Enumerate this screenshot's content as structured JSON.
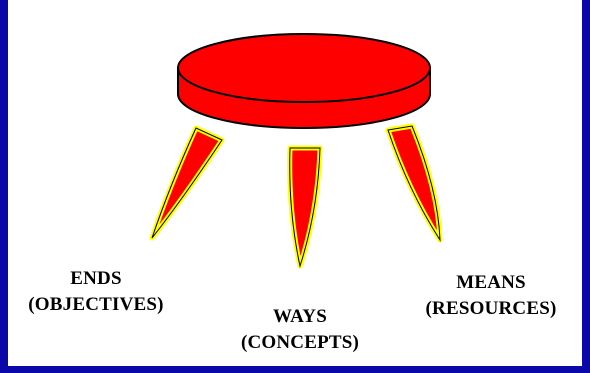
{
  "diagram": {
    "colors": {
      "background": "#0a08a8",
      "panel": "#ffffff",
      "stool_fill": "#ff0000",
      "leg_outline": "#ffff00",
      "stroke": "#000000"
    },
    "legs": [
      {
        "id": "ends",
        "title": "ENDS",
        "subtitle": "(OBJECTIVES)"
      },
      {
        "id": "ways",
        "title": "WAYS",
        "subtitle": "(CONCEPTS)"
      },
      {
        "id": "means",
        "title": "MEANS",
        "subtitle": "(RESOURCES)"
      }
    ]
  }
}
